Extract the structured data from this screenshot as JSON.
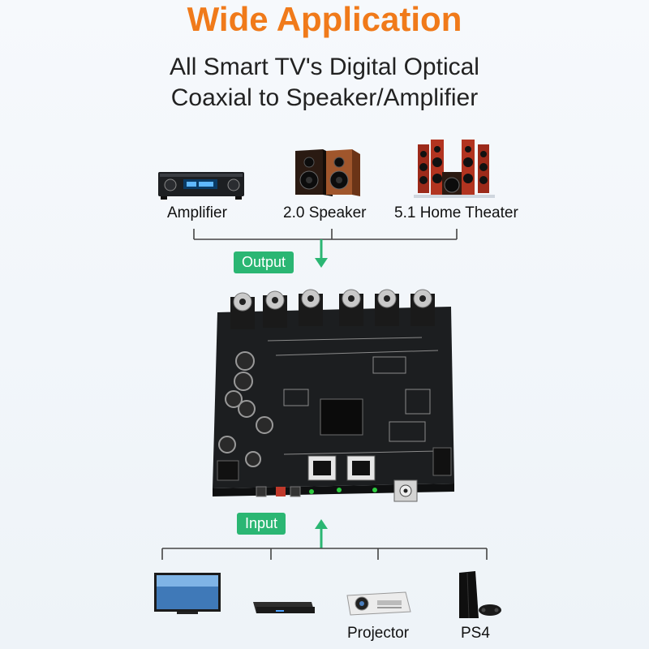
{
  "header": {
    "title": "Wide Application",
    "subtitle_line1": "All Smart TV's Digital Optical",
    "subtitle_line2": "Coaxial to Speaker/Amplifier"
  },
  "outputs": {
    "badge": "Output",
    "devices": [
      {
        "label": "Amplifier",
        "icon": "amplifier-icon"
      },
      {
        "label": "2.0 Speaker",
        "icon": "speaker-icon"
      },
      {
        "label": "5.1 Home Theater",
        "icon": "home-theater-icon"
      }
    ]
  },
  "inputs": {
    "badge": "Input",
    "devices": [
      {
        "label": "",
        "icon": "tv-icon"
      },
      {
        "label": "",
        "icon": "set-top-box-icon"
      },
      {
        "label": "Projector",
        "icon": "projector-icon"
      },
      {
        "label": "PS4",
        "icon": "ps4-icon"
      }
    ]
  },
  "board": {
    "icon": "decoder-board-icon"
  },
  "colors": {
    "title": "#f07a1a",
    "badge": "#2bb673",
    "connector_line": "#444444",
    "arrow": "#2bb673"
  }
}
